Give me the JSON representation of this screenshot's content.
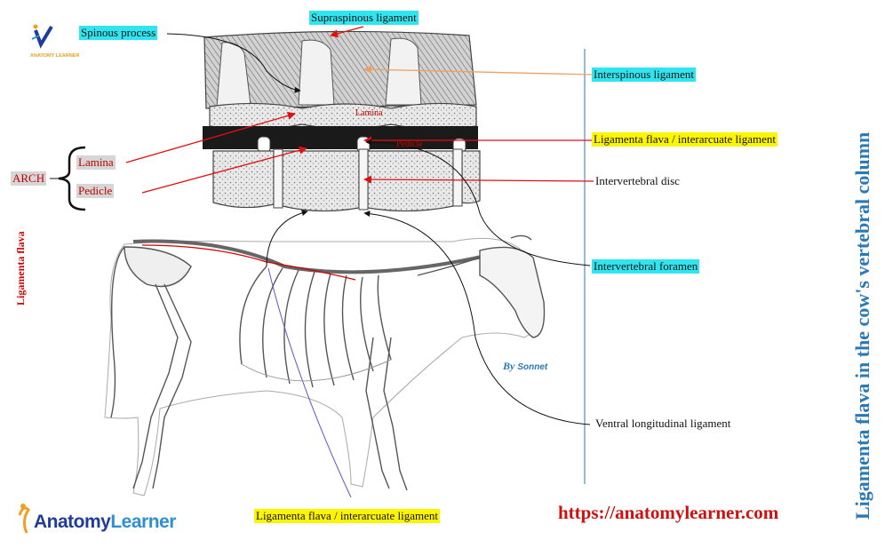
{
  "title": "Ligamenta flava in the cow's vertebral column",
  "side_label": "Ligamenta flava",
  "website": "https://anatomylearner.com",
  "brand": {
    "part1": "Anatomy",
    "part2": "Learner"
  },
  "logo_small_text": "ANATOMY LEARNER",
  "credit": {
    "by": "By",
    "name": "Sonnet"
  },
  "labels": {
    "supraspinous": "Supraspinous ligament",
    "spinous_process": "Spinous process",
    "interspinous": "Interspinous ligament",
    "lamina_inner": "Lamina",
    "pedicle_inner": "Pedicle",
    "ligamenta_flava_top": "Ligamenta flava / interarcuate ligament",
    "intervertebral_disc": "Intervertebral disc",
    "intervertebral_foramen": "Intervertebral foramen",
    "ventral_longitudinal": "Ventral longitudinal ligament",
    "ligamenta_flava_bottom": "Ligamenta flava / interarcuate ligament",
    "arch": "ARCH",
    "lamina": "Lamina",
    "pedicle": "Pedicle"
  },
  "colors": {
    "cyan_highlight": "#2fe6f0",
    "yellow_highlight": "#fdf500",
    "title_blue": "#2a78b4",
    "url_red": "#d01010",
    "arrow_red": "#e01010"
  }
}
